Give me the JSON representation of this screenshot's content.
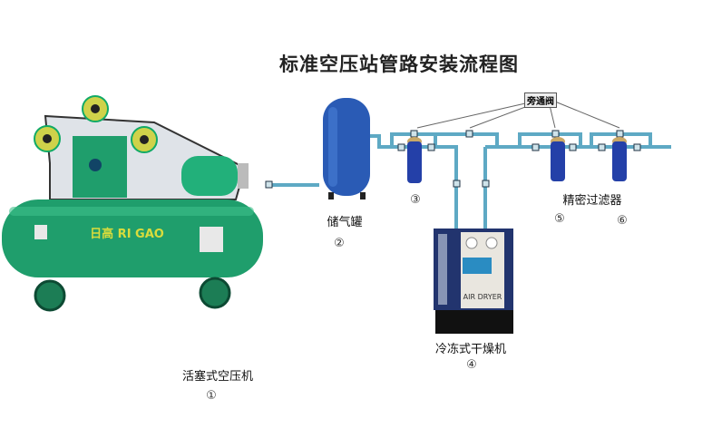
{
  "title": "标准空压站管路安装流程图",
  "bypass_valve_label": "旁通阀",
  "components": [
    {
      "name": "活塞式空压机",
      "number": "①",
      "brand": "日高 RI GAO"
    },
    {
      "name": "储气罐",
      "number": "②"
    },
    {
      "number": "③"
    },
    {
      "name": "冷冻式干燥机",
      "number": "④",
      "brand": "AIR DRYER"
    },
    {
      "number": "⑤"
    },
    {
      "number": "⑥"
    }
  ],
  "filter_group_label": "精密过滤器",
  "colors": {
    "pipe": "#5ea9c4",
    "tank": "#2a5bb5",
    "compressor": "#1f9e6c",
    "filter": "#2440a8",
    "dryer_frame": "#22346e"
  }
}
